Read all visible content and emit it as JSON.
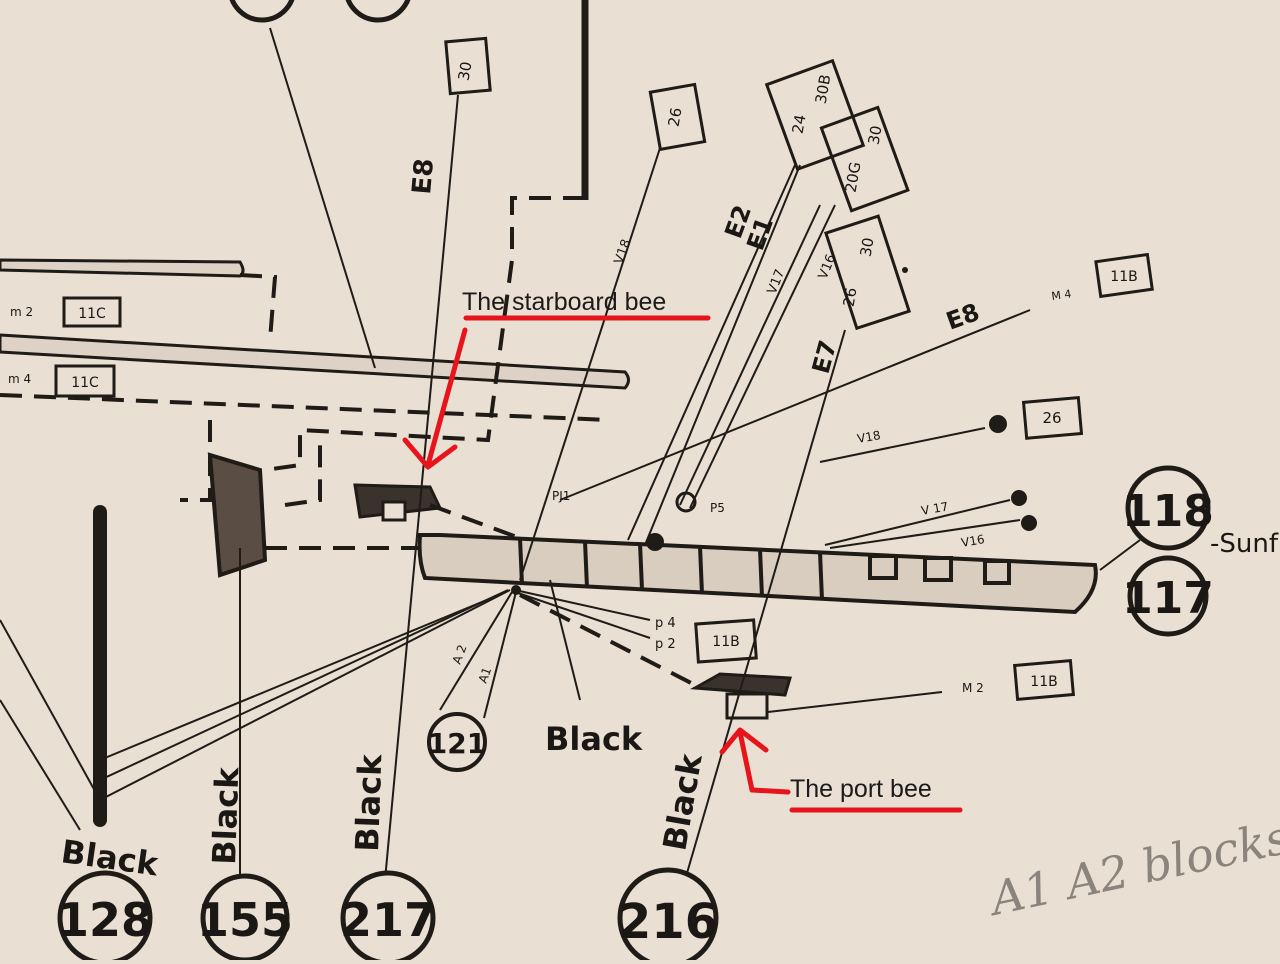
{
  "palette": {
    "paper": "#e9dfd3",
    "ink": "#1f1b17",
    "annotation": "#e8141c",
    "pencil": "#8b847c"
  },
  "annotations": {
    "starboard": "The starboard bee",
    "port": "The port bee"
  },
  "circle_refs": [
    "128",
    "155",
    "217",
    "216",
    "121",
    "118",
    "117"
  ],
  "black_labels": [
    "Black",
    "Black",
    "Black",
    "Black",
    "Black"
  ],
  "sunf_text": "-Sunf",
  "boxes": {
    "top30": "30",
    "b26": "26",
    "b24": "24",
    "b30B": "30B",
    "b20G": "20G",
    "b30b": "30",
    "b26b": "26",
    "b30c": "30",
    "m4_11B": "11B",
    "right26": "26",
    "m2_11C": "11C",
    "m4_11C": "11C",
    "p_11B": "11B",
    "m2_11B": "11B"
  },
  "line_labels": {
    "E8": "E8",
    "V18": "V18",
    "E2": "E2",
    "E1": "E1",
    "V17": "V17",
    "V16": "V16",
    "E7": "E7",
    "E8b": "E8",
    "M4": "M 4",
    "V18b": "V18",
    "PJ1": "PJ1",
    "P5": "P5",
    "V17b": "V 17",
    "V16b": "V16",
    "P4": "p 4",
    "P2": "p 2",
    "A2": "A 2",
    "A1": "A1",
    "M2": "M 2",
    "m2": "m 2",
    "m4": "m 4"
  },
  "handwriting": "A1 A2 blocks"
}
